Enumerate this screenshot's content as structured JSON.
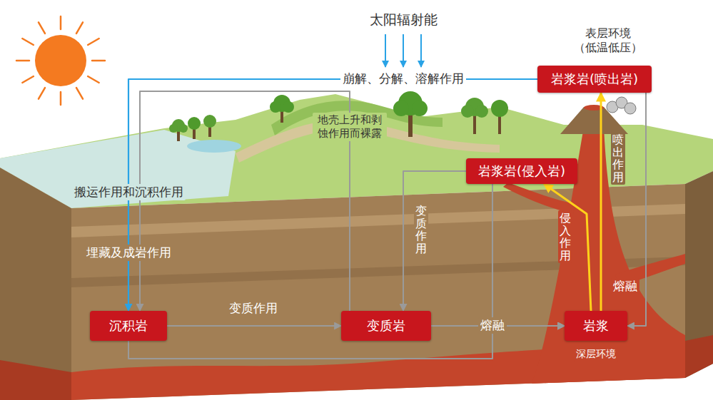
{
  "diagram": {
    "nodes": [
      {
        "text": [
          "岩浆岩(喷出岩)"
        ]
      },
      {
        "text": [
          "岩浆岩(侵入岩)"
        ]
      },
      {
        "text": [
          "沉积岩"
        ]
      },
      {
        "text": [
          "变质岩"
        ]
      },
      {
        "text": [
          "岩浆"
        ]
      }
    ],
    "edges": [
      {
        "from": 0,
        "to": 2,
        "arrow": "to",
        "label": "崩解、分解、溶解作用"
      },
      {
        "from": 3,
        "to": 2,
        "arrow": "to",
        "label": "地壳上升和剥 蚀作用而裸露"
      },
      {
        "from": 2,
        "to": 3,
        "arrow": "to",
        "label": "变质作用"
      },
      {
        "from": 2,
        "to": 4,
        "arrow": "to"
      },
      {
        "from": 3,
        "to": 4,
        "arrow": "to",
        "label": "熔融"
      },
      {
        "from": 1,
        "to": 4,
        "arrow": "to"
      },
      {
        "from": 1,
        "to": 3,
        "arrow": "to",
        "label": "变质作用"
      },
      {
        "from": 4,
        "to": 1,
        "arrow": "to",
        "label": "侵入作用"
      },
      {
        "from": 4,
        "to": 0,
        "arrow": "to",
        "label": "喷出作用"
      },
      {
        "from": 0,
        "to": 4,
        "arrow": "to",
        "label": "熔融"
      }
    ],
    "labels": [
      "太阳辐射能",
      "表层环境 （低温低压）",
      "搬运作用和沉积作用",
      "埋藏及成岩作用",
      "深层环境"
    ]
  }
}
